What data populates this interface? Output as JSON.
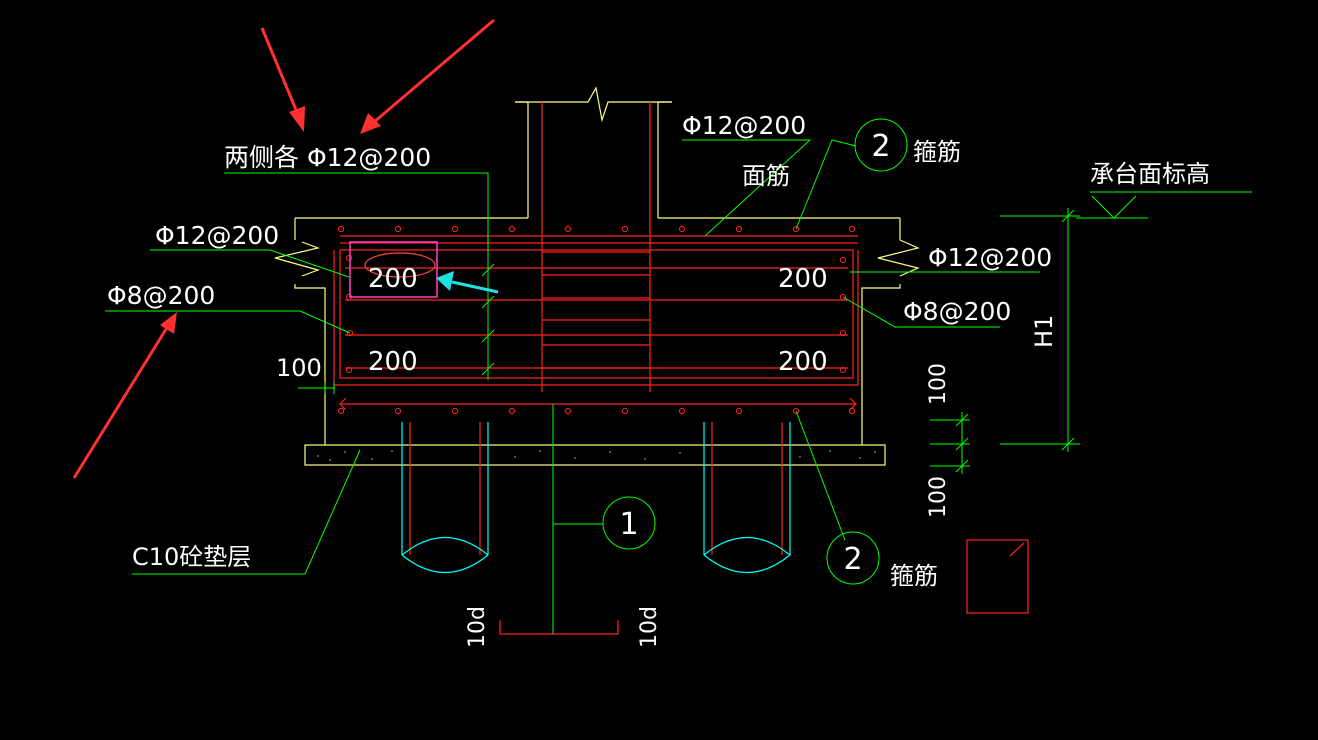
{
  "labels": {
    "side_bars": "两侧各 Φ12@200",
    "top_phi12": "Φ12@200",
    "top_face": "面筋",
    "stirrup_top_num": "2",
    "stirrup_top_text": "箍筋",
    "cap_elev": "承台面标高",
    "left_phi12": "Φ12@200",
    "left_phi8": "Φ8@200",
    "right_phi12": "Φ12@200",
    "right_phi8": "Φ8@200",
    "dim_200_tl": "200",
    "dim_200_tr": "200",
    "dim_200_bl": "200",
    "dim_200_br": "200",
    "dim_100_left": "100",
    "h1": "H1",
    "dim_100_r_top": "100",
    "dim_100_r_bot": "100",
    "cushion": "C10砼垫层",
    "section_num": "1",
    "stirrup_bot_num": "2",
    "stirrup_bot_text": "箍筋",
    "dim_10d_left": "10d",
    "dim_10d_right": "10d"
  },
  "colors": {
    "background": "#000000",
    "leader": "#00ff00",
    "outline": "#ffff80",
    "rebar": "#ff2020",
    "pile_edge": "#00ffff",
    "highlight_box": "#ff40c0",
    "annotation_arrow_red": "#ff3030",
    "annotation_arrow_cyan": "#20e0e0",
    "text": "#ffffff"
  }
}
